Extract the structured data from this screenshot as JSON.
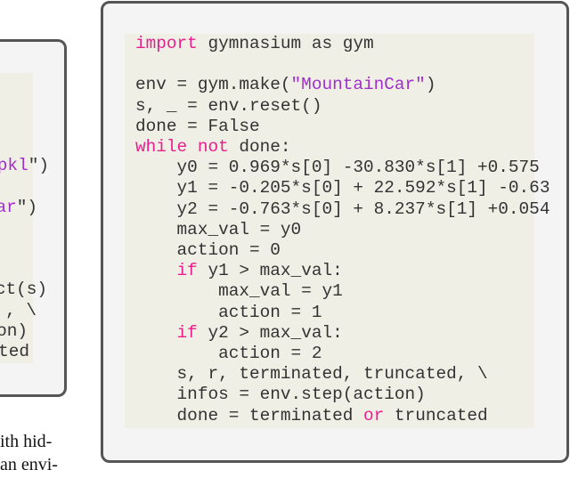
{
  "left_listing": {
    "fragments": [
      [
        [
          "pkl",
          "str"
        ],
        [
          "\")",
          "plain"
        ]
      ],
      [
        [
          "ar",
          "str"
        ],
        [
          "\")",
          "plain"
        ]
      ],
      [
        [
          "ct(s)",
          "plain"
        ]
      ],
      [
        [
          ", \\",
          "plain"
        ]
      ],
      [
        [
          "on)",
          "plain"
        ]
      ],
      [
        [
          "ted",
          "plain"
        ]
      ]
    ]
  },
  "right_listing": {
    "lines": [
      [
        [
          "import",
          "kw"
        ],
        [
          " gymnasium as gym",
          "plain"
        ]
      ],
      [],
      [
        [
          "env = gym.make(",
          "plain"
        ],
        [
          "\"MountainCar\"",
          "str"
        ],
        [
          ")",
          "plain"
        ]
      ],
      [
        [
          "s, _ = env.reset()",
          "plain"
        ]
      ],
      [
        [
          "done = False",
          "plain"
        ]
      ],
      [
        [
          "while",
          "kw"
        ],
        [
          " ",
          "plain"
        ],
        [
          "not",
          "kw"
        ],
        [
          " done:",
          "plain"
        ]
      ],
      [
        [
          "    y0 = 0.969*s[0] -30.830*s[1] +0.575",
          "plain"
        ]
      ],
      [
        [
          "    y1 = -0.205*s[0] + 22.592*s[1] -0.63",
          "plain"
        ]
      ],
      [
        [
          "    y2 = -0.763*s[0] + 8.237*s[1] +0.054",
          "plain"
        ]
      ],
      [
        [
          "    max_val = y0",
          "plain"
        ]
      ],
      [
        [
          "    action = 0",
          "plain"
        ]
      ],
      [
        [
          "    ",
          "plain"
        ],
        [
          "if",
          "kw"
        ],
        [
          " y1 > max_val:",
          "plain"
        ]
      ],
      [
        [
          "        max_val = y1",
          "plain"
        ]
      ],
      [
        [
          "        action = 1",
          "plain"
        ]
      ],
      [
        [
          "    ",
          "plain"
        ],
        [
          "if",
          "kw"
        ],
        [
          " y2 > max_val:",
          "plain"
        ]
      ],
      [
        [
          "        action = 2",
          "plain"
        ]
      ],
      [
        [
          "    s, r, terminated, truncated, \\",
          "plain"
        ]
      ],
      [
        [
          "    infos = env.step(action)",
          "plain"
        ]
      ],
      [
        [
          "    done = terminated ",
          "plain"
        ],
        [
          "or",
          "kw"
        ],
        [
          " truncated",
          "plain"
        ]
      ]
    ]
  },
  "caption_fragments": [
    "ith hid-",
    "an envi-"
  ],
  "colors": {
    "keyword": "#e8208e",
    "string": "#a030c8",
    "text": "#333333",
    "border": "#555555"
  }
}
